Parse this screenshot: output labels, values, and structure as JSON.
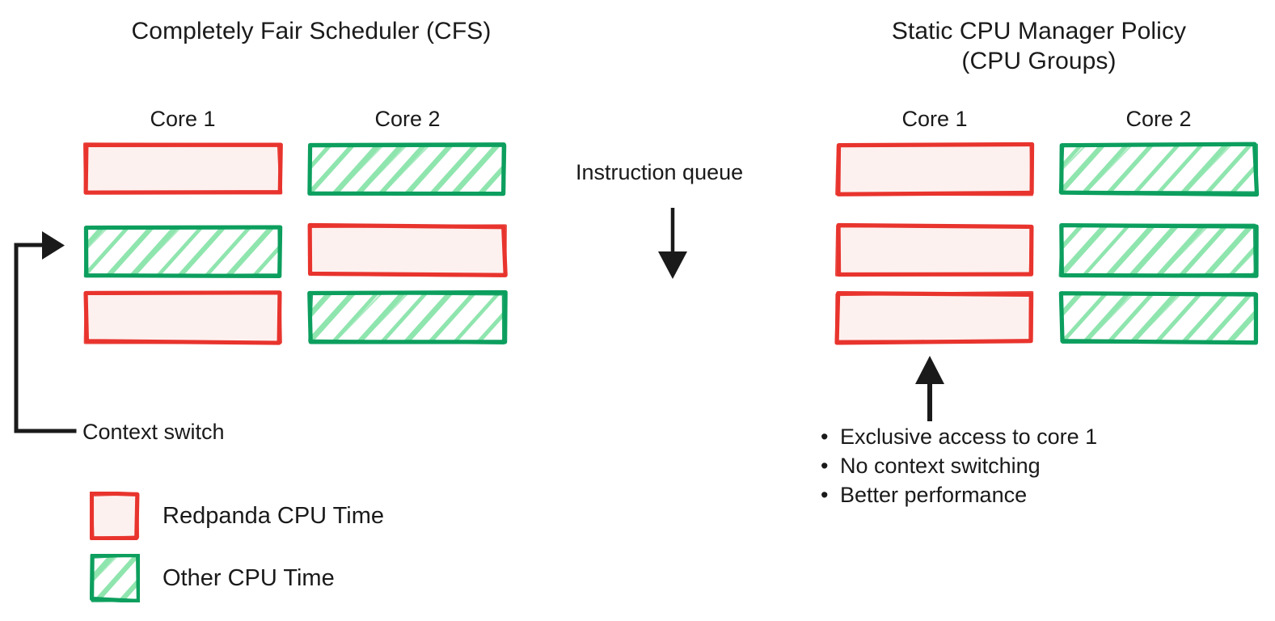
{
  "colors": {
    "red_stroke": "#e8342e",
    "red_fill": "#fdf1ef",
    "green_stroke": "#0c9e5e",
    "green_hatch": "#8fe5ae",
    "ink": "#1a1a1a",
    "background": "#ffffff"
  },
  "left_panel": {
    "title": "Completely Fair Scheduler (CFS)",
    "cores": [
      {
        "label": "Core 1",
        "slots": [
          "redpanda",
          "other",
          "redpanda"
        ]
      },
      {
        "label": "Core 2",
        "slots": [
          "other",
          "redpanda",
          "other"
        ]
      }
    ],
    "annotation": "Context switch"
  },
  "middle": {
    "label": "Instruction queue",
    "arrow_direction": "down"
  },
  "right_panel": {
    "title": "Static CPU Manager Policy\n(CPU Groups)",
    "cores": [
      {
        "label": "Core 1",
        "slots": [
          "redpanda",
          "redpanda",
          "redpanda"
        ]
      },
      {
        "label": "Core 2",
        "slots": [
          "other",
          "other",
          "other"
        ]
      }
    ],
    "callout_arrow_direction": "up",
    "bullets": [
      "Exclusive access to core 1",
      "No context switching",
      "Better performance"
    ]
  },
  "legend": {
    "items": [
      {
        "swatch": "redpanda",
        "label": "Redpanda CPU Time"
      },
      {
        "swatch": "other",
        "label": "Other CPU Time"
      }
    ]
  }
}
